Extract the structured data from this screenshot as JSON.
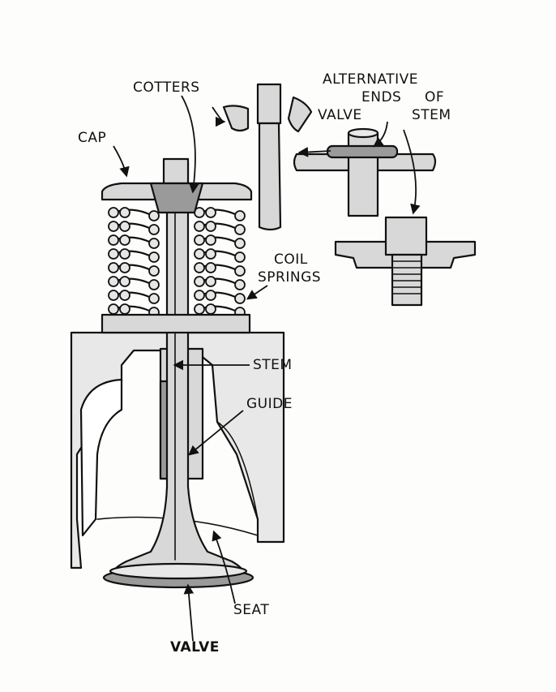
{
  "diagram": {
    "labels": {
      "cotters": "COTTERS",
      "cap": "CAP",
      "alternative_line1": "ALTERNATIVE",
      "alternative_line2": "ENDS",
      "alternative_line3a": "OF",
      "alternative_line4a": "VALVE",
      "alternative_line4b": "STEM",
      "coil_line1": "COIL",
      "coil_line2": "SPRINGS",
      "stem": "STEM",
      "guide": "GUIDE",
      "seat": "SEAT",
      "valve": "VALVE"
    },
    "colors": {
      "ink": "#111111",
      "metal": "#d8d8d8",
      "shadow": "#9a9a9a",
      "paper": "#fdfdfb"
    }
  }
}
